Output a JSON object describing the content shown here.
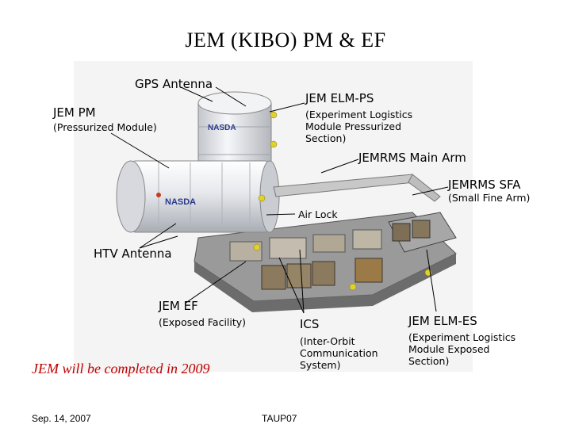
{
  "title": "JEM (KIBO)  PM & EF",
  "labels": {
    "gps_antenna": "GPS Antenna",
    "jem_pm": "JEM PM",
    "jem_pm_sub": "(Pressurized Module)",
    "elm_ps": "JEM ELM-PS",
    "elm_ps_sub1": "(Experiment Logistics",
    "elm_ps_sub2": "Module Pressurized",
    "elm_ps_sub3": "Section)",
    "jemrms_main": "JEMRMS Main Arm",
    "jemrms_sfa": "JEMRMS SFA",
    "jemrms_sfa_sub": "(Small Fine Arm)",
    "air_lock": "Air Lock",
    "htv_antenna": "HTV Antenna",
    "jem_ef": "JEM EF",
    "jem_ef_sub": "(Exposed Facility)",
    "ics": "ICS",
    "ics_sub1": "(Inter-Orbit",
    "ics_sub2": "Communication",
    "ics_sub3": "System)",
    "elm_es": "JEM ELM-ES",
    "elm_es_sub1": "(Experiment Logistics",
    "elm_es_sub2": "Module Exposed",
    "elm_es_sub3": "Section)",
    "nasda_logo": "NASDA"
  },
  "note": "JEM will be completed in 2009",
  "footer": {
    "date": "Sep. 14, 2007",
    "code": "TAUP07"
  },
  "colors": {
    "note": "#c00000",
    "panel": "#f4f4f4",
    "module": "#e2e4e8",
    "platform": "#8a8a8a",
    "cargo": "#8b7a5e"
  }
}
